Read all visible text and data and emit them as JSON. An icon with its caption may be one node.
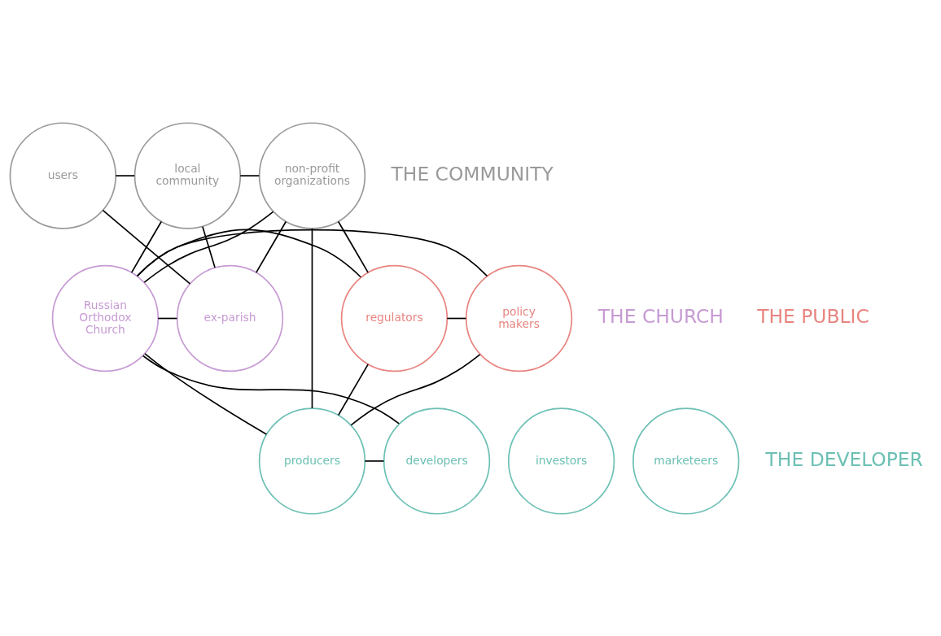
{
  "diagram": {
    "nodes": [
      {
        "text": [
          "users"
        ]
      },
      {
        "text": [
          "local community"
        ]
      },
      {
        "text": [
          "non-profit organizations"
        ]
      },
      {
        "text": [
          "Russian Orthodox Church"
        ]
      },
      {
        "text": [
          "ex-parish"
        ]
      },
      {
        "text": [
          "regulators"
        ]
      },
      {
        "text": [
          "policy makers"
        ]
      },
      {
        "text": [
          "investors"
        ]
      },
      {
        "text": [
          "producers"
        ]
      },
      {
        "text": [
          "developers"
        ]
      },
      {
        "text": [
          "marketeers"
        ]
      }
    ],
    "edges": [
      {
        "from": 0,
        "to": 1,
        "arrow": "none"
      },
      {
        "from": 1,
        "to": 2,
        "arrow": "none"
      },
      {
        "from": 3,
        "to": 4,
        "arrow": "none"
      },
      {
        "from": 5,
        "to": 6,
        "arrow": "none"
      },
      {
        "from": 8,
        "to": 9,
        "arrow": "none"
      },
      {
        "from": 0,
        "to": 4,
        "arrow": "none"
      },
      {
        "from": 1,
        "to": 3,
        "arrow": "none"
      },
      {
        "from": 1,
        "to": 4,
        "arrow": "none"
      },
      {
        "from": 2,
        "to": 3,
        "arrow": "none"
      },
      {
        "from": 2,
        "to": 4,
        "arrow": "none"
      },
      {
        "from": 2,
        "to": 8,
        "arrow": "none"
      },
      {
        "from": 2,
        "to": 5,
        "arrow": "none"
      },
      {
        "from": 3,
        "to": 5,
        "arrow": "none"
      },
      {
        "from": 3,
        "to": 6,
        "arrow": "none"
      },
      {
        "from": 3,
        "to": 8,
        "arrow": "none"
      },
      {
        "from": 3,
        "to": 9,
        "arrow": "none"
      },
      {
        "from": 5,
        "to": 8,
        "arrow": "none"
      },
      {
        "from": 6,
        "to": 8,
        "arrow": "none"
      }
    ],
    "labels": [
      "THE COMMUNITY",
      "THE CHURCH",
      "THE PUBLIC",
      "THE DEVELOPER"
    ]
  }
}
